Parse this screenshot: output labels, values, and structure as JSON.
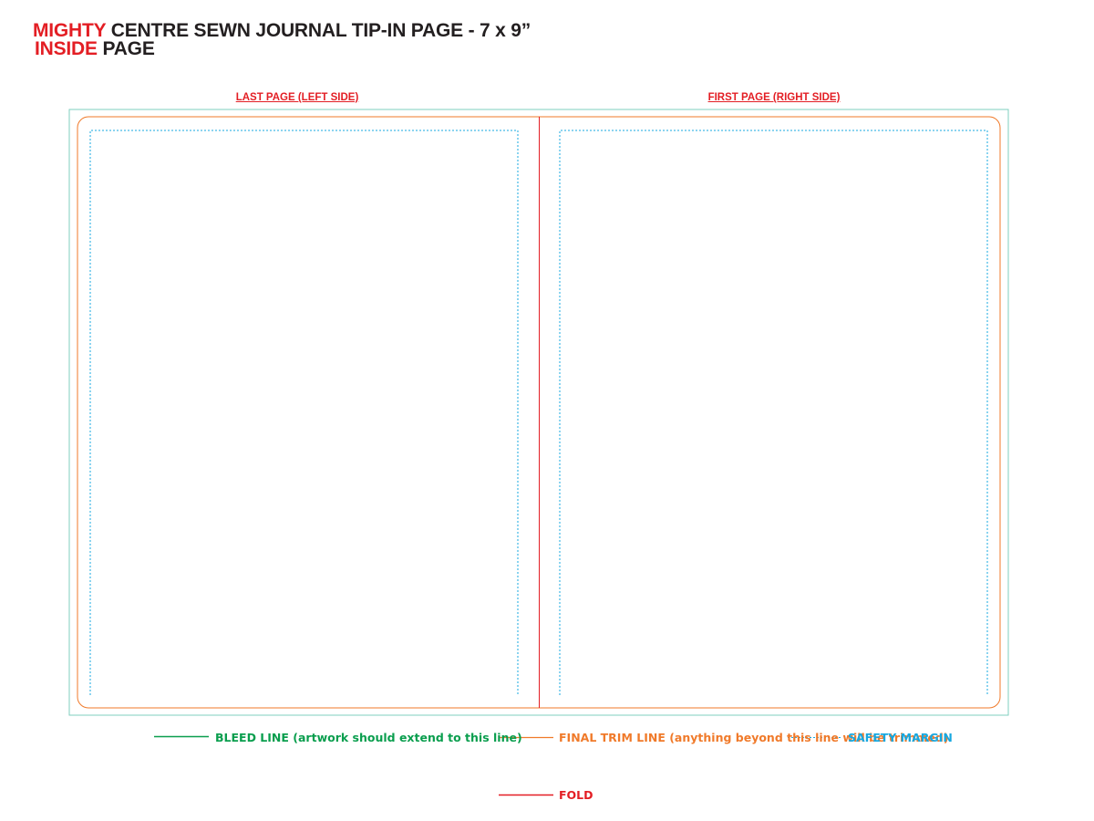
{
  "title": {
    "brand_line1": "MIGHTY",
    "rest_line1": "CENTRE SEWN JOURNAL TIP-IN PAGE - 7 x 9”",
    "brand_line2": "INSIDE",
    "rest_line2": "PAGE"
  },
  "page_labels": {
    "left": "LAST PAGE (LEFT SIDE)",
    "right": "FIRST PAGE (RIGHT SIDE)"
  },
  "legend": {
    "bleed": {
      "label": "BLEED LINE",
      "note": "(artwork should extend to this line)"
    },
    "trim": {
      "label": "FINAL TRIM LINE",
      "note_line1": "(anything beyond this line",
      "note_line2": "will be trimmed)"
    },
    "safety": {
      "label": "SAFETY MARGIN"
    },
    "fold": {
      "label": "FOLD"
    }
  },
  "colors": {
    "brand_red": "#e31e24",
    "title_dark": "#231f20",
    "bleed_green": "#0a9e4e",
    "bleed_outline": "#7fcfbf",
    "trim_orange": "#f07a2a",
    "safety_blue": "#17a8e0",
    "fold_red": "#e31e24"
  }
}
